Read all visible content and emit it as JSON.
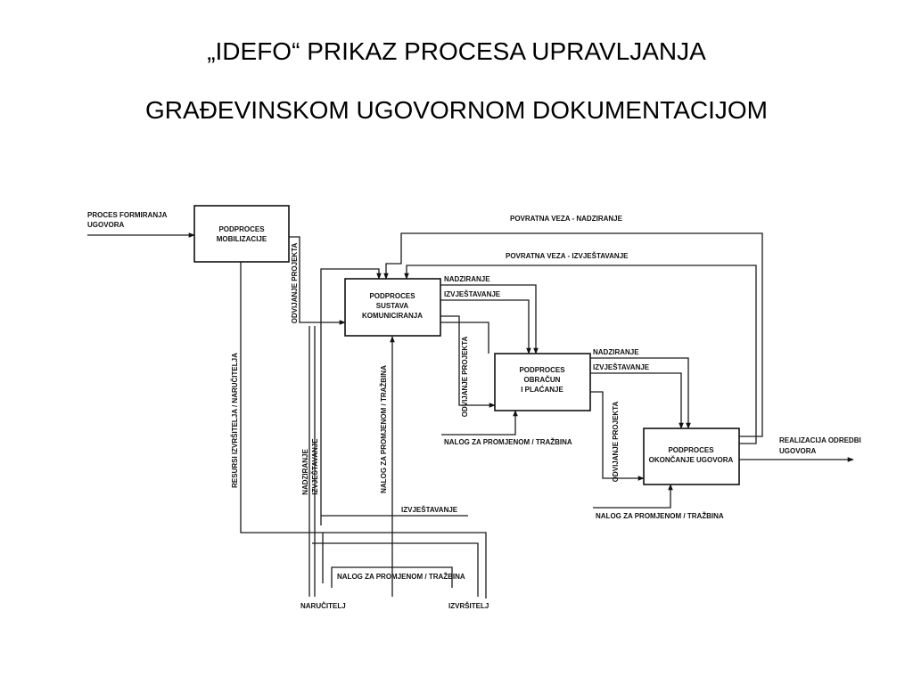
{
  "title": {
    "line1": "„IDEFO“ PRIKAZ PROCESA UPRAVLJANJA",
    "line2": "GRAĐEVINSKOM UGOVORNOM DOKUMENTACIJOM"
  },
  "boxes": {
    "mobilizacija": [
      "PODPROCES",
      "MOBILIZACIJE"
    ],
    "komuniciranje": [
      "PODPROCES",
      "SUSTAVA",
      "KOMUNICIRANJA"
    ],
    "placanje": [
      "PODPROCES",
      "OBRAČUN",
      "I PLAĆANJE"
    ],
    "okoncanje": [
      "PODPROCES",
      "OKONČANJE UGOVORA"
    ]
  },
  "labels": {
    "input_proces": [
      "PROCES FORMIRANJA",
      "UGOVORA"
    ],
    "output_realizacija": [
      "REALIZACIJA ODREDBI",
      "UGOVORA"
    ],
    "povratna_nadziranje": "POVRATNA VEZA  -  NADZIRANJE",
    "povratna_izvjestavanje": "POVRATNA VEZA  -  IZVJEŠTAVANJE",
    "nadziranje_1": "NADZIRANJE",
    "izvjestavanje_1": "IZVJEŠTAVANJE",
    "nadziranje_2": "NADZIRANJE",
    "izvjestavanje_2": "IZVJEŠTAVANJE",
    "odvijanje_1": "ODVIJANJE PROJEKTA",
    "odvijanje_2": "ODVIJANJE PROJEKTA",
    "odvijanje_3": "ODVIJANJE PROJEKTA",
    "nalog_1": "NALOG ZA PROMJENOM / TRAŽBINA",
    "nalog_2": "NALOG ZA PROMJENOM / TRAŽBINA",
    "nalog_3": "NALOG ZA PROMJENOM / TRAŽBINA",
    "nalog_4": "NALOG ZA PROMJENOM / TRAŽBINA",
    "resursi": "RESURSI  IZVRŠITELJA / NARUČITELJA",
    "nadziranje_v": "NADZIRANJE",
    "izvjestavanje_v": "IZVJEŠTAVANJE",
    "izvjestavanje_bottom": "IZVJEŠTAVANJE",
    "narucitelj": "NARUČITELJ",
    "izvrsitelj": "IZVRŠITELJ"
  }
}
